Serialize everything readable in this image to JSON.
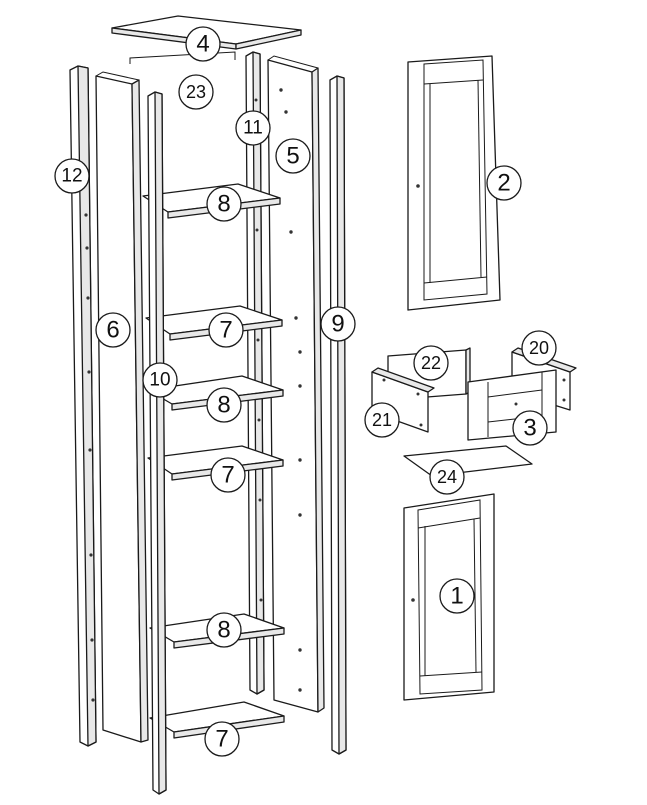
{
  "parts": {
    "p1": "1",
    "p2": "2",
    "p3": "3",
    "p4": "4",
    "p5": "5",
    "p6": "6",
    "p7a": "7",
    "p7b": "7",
    "p7c": "7",
    "p8a": "8",
    "p8b": "8",
    "p8c": "8",
    "p9": "9",
    "p10": "10",
    "p11": "11",
    "p12": "12",
    "p20": "20",
    "p21": "21",
    "p22": "22",
    "p23": "23",
    "p24": "24"
  }
}
